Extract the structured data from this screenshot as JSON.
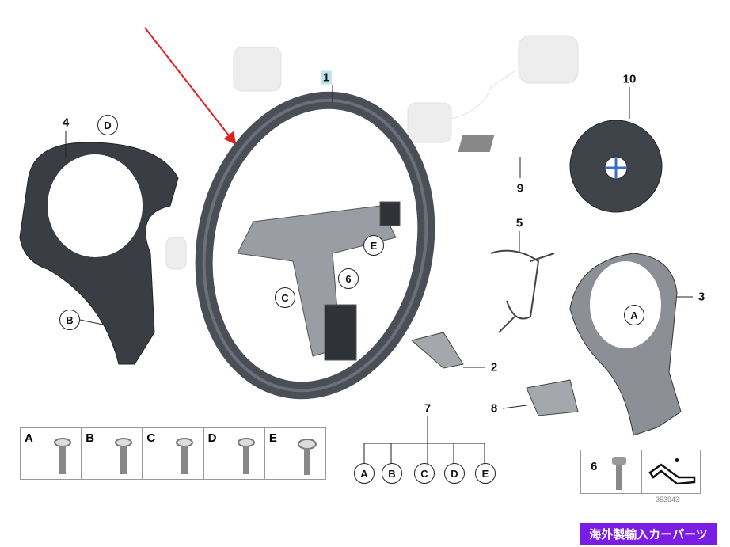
{
  "callouts": {
    "main": "1",
    "part2": "2",
    "part3": "3",
    "part4": "4",
    "part5": "5",
    "part6": "6",
    "part7": "7",
    "part8": "8",
    "part9": "9",
    "part10": "10"
  },
  "circle_labels": {
    "wheel_c": "C",
    "wheel_6": "6",
    "wheel_e": "E",
    "cover_d": "D",
    "cover_b": "B",
    "cover_a": "A",
    "set7": [
      "A",
      "B",
      "C",
      "D",
      "E"
    ]
  },
  "screw_table": [
    "A",
    "B",
    "C",
    "D",
    "E"
  ],
  "kit_box": {
    "key": "6"
  },
  "part_number": "353943",
  "badge": {
    "text": "海外製輸入カーパーツ",
    "color": "#7a1ee6"
  },
  "colors": {
    "arrow": "#e02020",
    "wheel": "#4a4f57"
  }
}
